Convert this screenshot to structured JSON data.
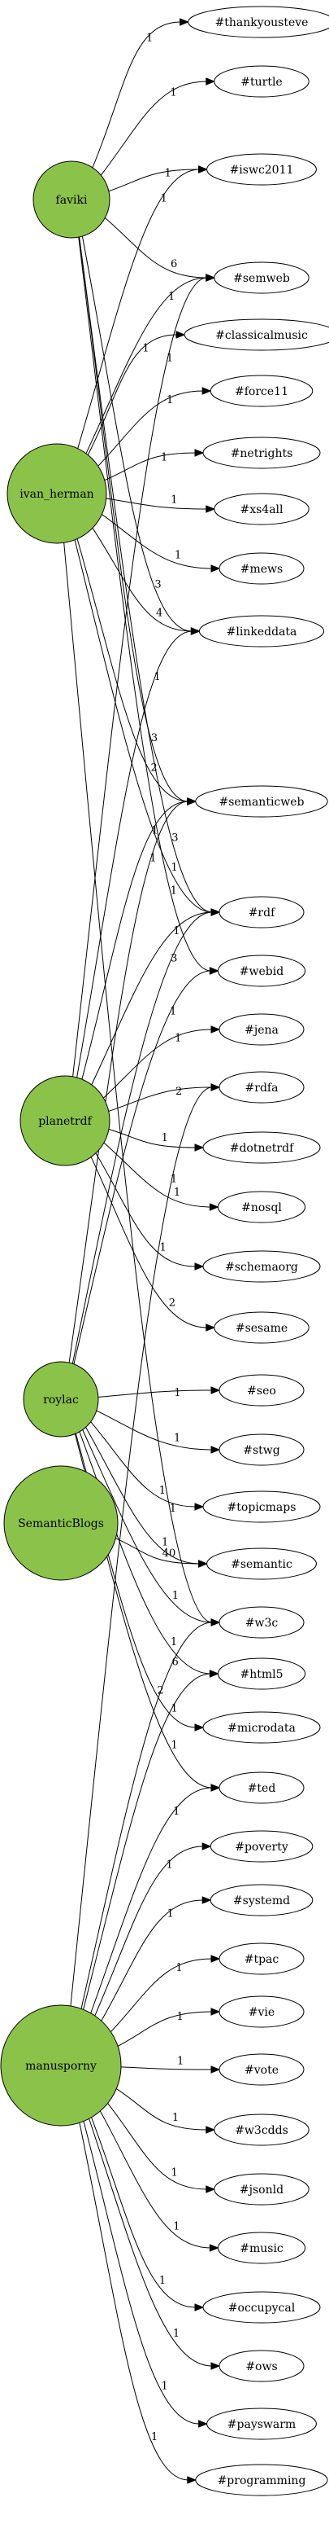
{
  "colors": {
    "user_fill": "#8bc34a",
    "tag_fill": "#ffffff",
    "stroke": "#000000"
  },
  "users": [
    {
      "id": "faviki",
      "label": "faviki"
    },
    {
      "id": "ivan_herman",
      "label": "ivan_herman"
    },
    {
      "id": "planetrdf",
      "label": "planetrdf"
    },
    {
      "id": "roylac",
      "label": "roylac"
    },
    {
      "id": "SemanticBlogs",
      "label": "SemanticBlogs"
    },
    {
      "id": "manusporny",
      "label": "manusporny"
    }
  ],
  "tags": [
    {
      "id": "thankyousteve",
      "label": "#thankyousteve"
    },
    {
      "id": "turtle",
      "label": "#turtle"
    },
    {
      "id": "iswc2011",
      "label": "#iswc2011"
    },
    {
      "id": "semweb",
      "label": "#semweb"
    },
    {
      "id": "classicalmusic",
      "label": "#classicalmusic"
    },
    {
      "id": "force11",
      "label": "#force11"
    },
    {
      "id": "netrights",
      "label": "#netrights"
    },
    {
      "id": "xs4all",
      "label": "#xs4all"
    },
    {
      "id": "mews",
      "label": "#mews"
    },
    {
      "id": "linkeddata",
      "label": "#linkeddata"
    },
    {
      "id": "semanticweb",
      "label": "#semanticweb"
    },
    {
      "id": "rdf",
      "label": "#rdf"
    },
    {
      "id": "webid",
      "label": "#webid"
    },
    {
      "id": "jena",
      "label": "#jena"
    },
    {
      "id": "rdfa",
      "label": "#rdfa"
    },
    {
      "id": "dotnetrdf",
      "label": "#dotnetrdf"
    },
    {
      "id": "nosql",
      "label": "#nosql"
    },
    {
      "id": "schemaorg",
      "label": "#schemaorg"
    },
    {
      "id": "sesame",
      "label": "#sesame"
    },
    {
      "id": "seo",
      "label": "#seo"
    },
    {
      "id": "stwg",
      "label": "#stwg"
    },
    {
      "id": "topicmaps",
      "label": "#topicmaps"
    },
    {
      "id": "semantic",
      "label": "#semantic"
    },
    {
      "id": "w3c",
      "label": "#w3c"
    },
    {
      "id": "html5",
      "label": "#html5"
    },
    {
      "id": "microdata",
      "label": "#microdata"
    },
    {
      "id": "ted",
      "label": "#ted"
    },
    {
      "id": "poverty",
      "label": "#poverty"
    },
    {
      "id": "systemd",
      "label": "#systemd"
    },
    {
      "id": "tpac",
      "label": "#tpac"
    },
    {
      "id": "vie",
      "label": "#vie"
    },
    {
      "id": "vote",
      "label": "#vote"
    },
    {
      "id": "w3cdds",
      "label": "#w3cdds"
    },
    {
      "id": "jsonld",
      "label": "#jsonld"
    },
    {
      "id": "music",
      "label": "#music"
    },
    {
      "id": "occupycal",
      "label": "#occupycal"
    },
    {
      "id": "ows",
      "label": "#ows"
    },
    {
      "id": "payswarm",
      "label": "#payswarm"
    },
    {
      "id": "programming",
      "label": "#programming"
    }
  ],
  "edges": [
    {
      "from": "faviki",
      "to": "thankyousteve",
      "label": "1"
    },
    {
      "from": "faviki",
      "to": "turtle",
      "label": "1"
    },
    {
      "from": "faviki",
      "to": "iswc2011",
      "label": "1"
    },
    {
      "from": "faviki",
      "to": "semweb",
      "label": "6"
    },
    {
      "from": "faviki",
      "to": "linkeddata",
      "label": "3"
    },
    {
      "from": "faviki",
      "to": "semanticweb",
      "label": "3"
    },
    {
      "from": "faviki",
      "to": "rdf",
      "label": "3"
    },
    {
      "from": "faviki",
      "to": "webid",
      "label": "1"
    },
    {
      "from": "ivan_herman",
      "to": "iswc2011",
      "label": "1"
    },
    {
      "from": "ivan_herman",
      "to": "semweb",
      "label": "1"
    },
    {
      "from": "ivan_herman",
      "to": "classicalmusic",
      "label": "1"
    },
    {
      "from": "ivan_herman",
      "to": "force11",
      "label": "1"
    },
    {
      "from": "ivan_herman",
      "to": "netrights",
      "label": "1"
    },
    {
      "from": "ivan_herman",
      "to": "xs4all",
      "label": "1"
    },
    {
      "from": "ivan_herman",
      "to": "mews",
      "label": "1"
    },
    {
      "from": "ivan_herman",
      "to": "linkeddata",
      "label": "4"
    },
    {
      "from": "ivan_herman",
      "to": "semanticweb",
      "label": "2"
    },
    {
      "from": "ivan_herman",
      "to": "rdf",
      "label": "1"
    },
    {
      "from": "ivan_herman",
      "to": "w3c",
      "label": "1"
    },
    {
      "from": "planetrdf",
      "to": "semweb",
      "label": "1"
    },
    {
      "from": "planetrdf",
      "to": "linkeddata",
      "label": "1"
    },
    {
      "from": "planetrdf",
      "to": "semanticweb",
      "label": "1"
    },
    {
      "from": "planetrdf",
      "to": "rdf",
      "label": "1"
    },
    {
      "from": "planetrdf",
      "to": "jena",
      "label": "1"
    },
    {
      "from": "planetrdf",
      "to": "rdfa",
      "label": "2"
    },
    {
      "from": "planetrdf",
      "to": "dotnetrdf",
      "label": "1"
    },
    {
      "from": "planetrdf",
      "to": "nosql",
      "label": "1"
    },
    {
      "from": "planetrdf",
      "to": "schemaorg",
      "label": "1"
    },
    {
      "from": "planetrdf",
      "to": "sesame",
      "label": "2"
    },
    {
      "from": "roylac",
      "to": "semanticweb",
      "label": "1"
    },
    {
      "from": "roylac",
      "to": "rdf",
      "label": "3"
    },
    {
      "from": "roylac",
      "to": "webid",
      "label": "1"
    },
    {
      "from": "roylac",
      "to": "seo",
      "label": "1"
    },
    {
      "from": "roylac",
      "to": "stwg",
      "label": "1"
    },
    {
      "from": "roylac",
      "to": "topicmaps",
      "label": "1"
    },
    {
      "from": "roylac",
      "to": "semantic",
      "label": "1"
    },
    {
      "from": "roylac",
      "to": "w3c",
      "label": "1"
    },
    {
      "from": "roylac",
      "to": "html5",
      "label": "1"
    },
    {
      "from": "roylac",
      "to": "microdata",
      "label": "2"
    },
    {
      "from": "roylac",
      "to": "ted",
      "label": "1"
    },
    {
      "from": "SemanticBlogs",
      "to": "semantic",
      "label": "40"
    },
    {
      "from": "manusporny",
      "to": "rdfa",
      "label": "1"
    },
    {
      "from": "manusporny",
      "to": "w3c",
      "label": "6"
    },
    {
      "from": "manusporny",
      "to": "html5",
      "label": "1"
    },
    {
      "from": "manusporny",
      "to": "ted",
      "label": "1"
    },
    {
      "from": "manusporny",
      "to": "poverty",
      "label": "1"
    },
    {
      "from": "manusporny",
      "to": "systemd",
      "label": "1"
    },
    {
      "from": "manusporny",
      "to": "tpac",
      "label": "1"
    },
    {
      "from": "manusporny",
      "to": "vie",
      "label": "1"
    },
    {
      "from": "manusporny",
      "to": "vote",
      "label": "1"
    },
    {
      "from": "manusporny",
      "to": "w3cdds",
      "label": "1"
    },
    {
      "from": "manusporny",
      "to": "jsonld",
      "label": "1"
    },
    {
      "from": "manusporny",
      "to": "music",
      "label": "1"
    },
    {
      "from": "manusporny",
      "to": "occupycal",
      "label": "1"
    },
    {
      "from": "manusporny",
      "to": "ows",
      "label": "1"
    },
    {
      "from": "manusporny",
      "to": "payswarm",
      "label": "1"
    },
    {
      "from": "manusporny",
      "to": "programming",
      "label": "1"
    }
  ]
}
